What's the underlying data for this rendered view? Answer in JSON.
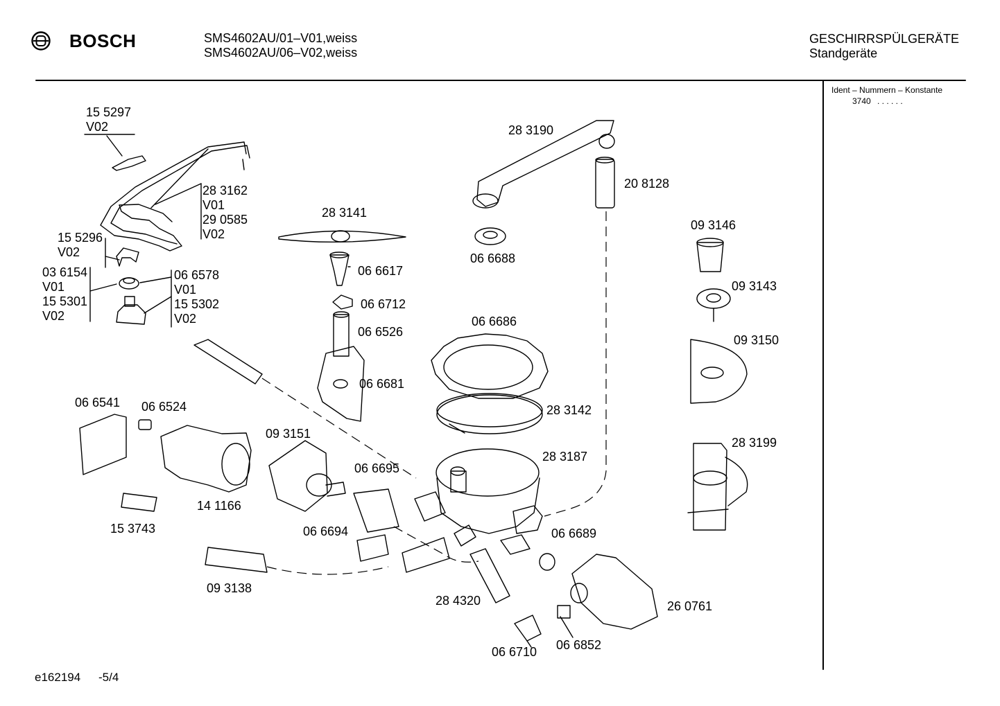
{
  "header": {
    "brand": "BOSCH",
    "models": [
      "SMS4602AU/01–V01,weiss",
      "SMS4602AU/06–V02,weiss"
    ],
    "category": "GESCHIRRSPÜLGERÄTE",
    "subcategory": "Standgeräte"
  },
  "side_panel": {
    "title": "Ident – Nummern – Konstante",
    "value": "3740",
    "dots": ". .   . . . ."
  },
  "labels": {
    "p155297": "15 5297",
    "p155297v": "V02",
    "p283162": "28 3162",
    "p283162v": "V01",
    "p290585": "29 0585",
    "p290585v": "V02",
    "p155296": "15 5296",
    "p155296v": "V02",
    "p036154": "03 6154",
    "p036154v": "V01",
    "p155301": "15 5301",
    "p155301v": "V02",
    "p066578": "06 6578",
    "p066578v": "V01",
    "p155302": "15 5302",
    "p155302v": "V02",
    "p283141": "28 3141",
    "p066617": "06 6617",
    "p066712": "06 6712",
    "p066526": "06 6526",
    "p066681": "06 6681",
    "p283190": "28 3190",
    "p208128": "20 8128",
    "p066688": "06 6688",
    "p093146": "09 3146",
    "p093143": "09 3143",
    "p093150": "09 3150",
    "p283199": "28 3199",
    "p066686": "06 6686",
    "p283142": "28 3142",
    "p283187": "28 3187",
    "p066541": "06 6541",
    "p066524": "06 6524",
    "p093151": "09 3151",
    "p141166": "14 1166",
    "p153743": "15 3743",
    "p066695": "06 6695",
    "p066694": "06 6694",
    "p093138": "09 3138",
    "p066689": "06 6689",
    "p284320": "28 4320",
    "p260761": "26 0761",
    "p066710": "06 6710",
    "p066852": "06 6852"
  },
  "footer": {
    "drawing_id": "e162194",
    "page": "-5/4"
  }
}
